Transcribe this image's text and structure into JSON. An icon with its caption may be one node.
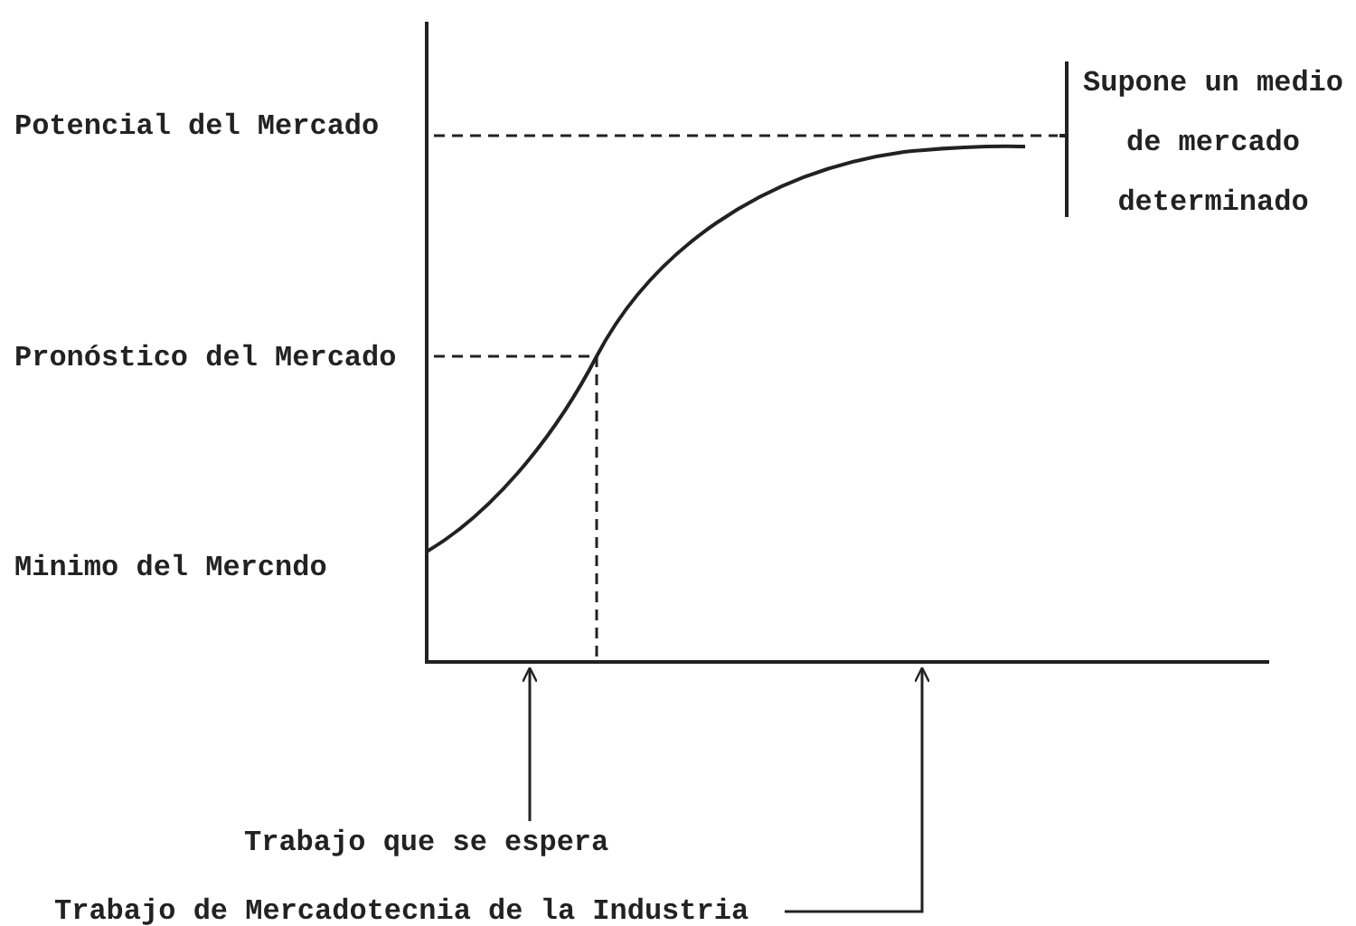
{
  "diagram": {
    "nodes": [
      {
        "text": [
          "Trabajo que se espera"
        ]
      },
      {
        "text": [
          "Trabajo de Mercadotecnia de la Industria"
        ]
      }
    ],
    "edges": [
      {
        "from": 0,
        "to": null,
        "arrow": "to"
      },
      {
        "from": 1,
        "to": null,
        "arrow": "to"
      }
    ],
    "labels": [
      "Supone un medio de mercado determinado",
      "Potencial del Mercado",
      "Pronóstico del Mercado",
      "Minimo del Mercndo"
    ]
  }
}
